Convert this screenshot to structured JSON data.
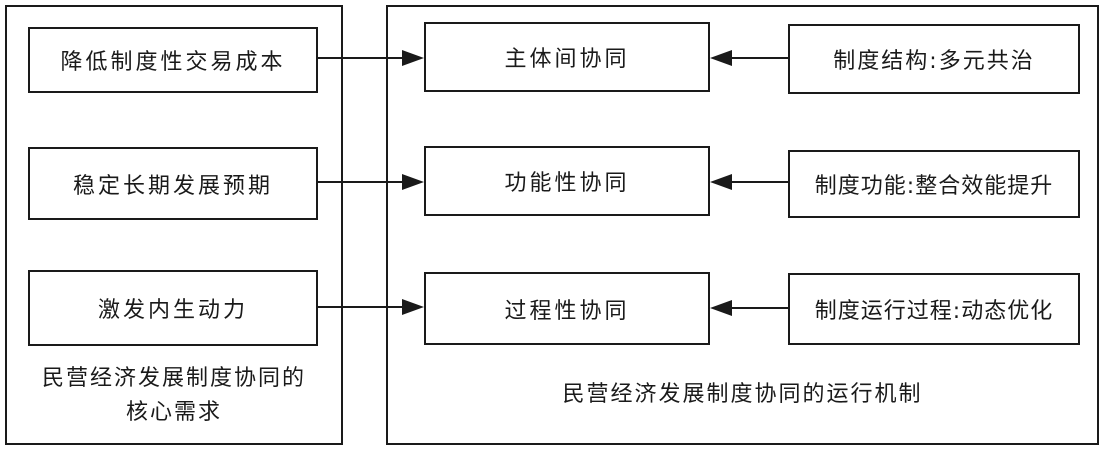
{
  "left_panel": {
    "needs": [
      "降低制度性交易成本",
      "稳定长期发展预期",
      "激发内生动力"
    ],
    "caption_lines": [
      "民营经济发展制度协同的",
      "核心需求"
    ]
  },
  "right_panel": {
    "synergies": [
      "主体间协同",
      "功能性协同",
      "过程性协同"
    ],
    "institutions": [
      "制度结构:多元共治",
      "制度功能:整合效能提升",
      "制度运行过程:动态优化"
    ],
    "caption": "民营经济发展制度协同的运行机制"
  },
  "colors": {
    "stroke": "#1a1a1a",
    "background": "#ffffff"
  }
}
